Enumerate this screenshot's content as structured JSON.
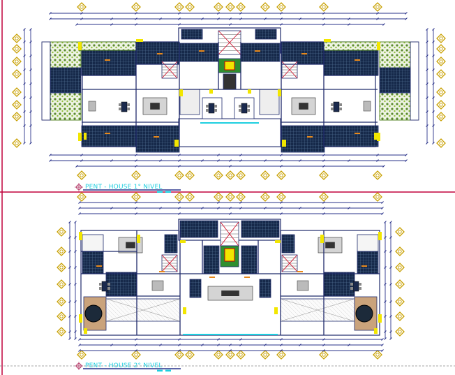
{
  "colors": {
    "background": "#ffffff",
    "frame": "#c0003c",
    "wall": "#1f2a6b",
    "dimension": "#27308a",
    "grid_marker": "#c8a000",
    "tile": "#243a5a",
    "green": "#5b8a2e",
    "window": "#f2e600",
    "title": "#1ecfe0",
    "stair": "#d0102a",
    "furniture": "#7a7a7a"
  },
  "plans": [
    {
      "id": "upper",
      "title": "PENT - HOUSE 1° NIVEL"
    },
    {
      "id": "lower",
      "title": "PENT - HOUSE 2° NIVEL"
    }
  ],
  "icons": {
    "title_marker": "crosshair-circle-icon",
    "grid_marker": "diamond-grid-bubble-icon"
  }
}
